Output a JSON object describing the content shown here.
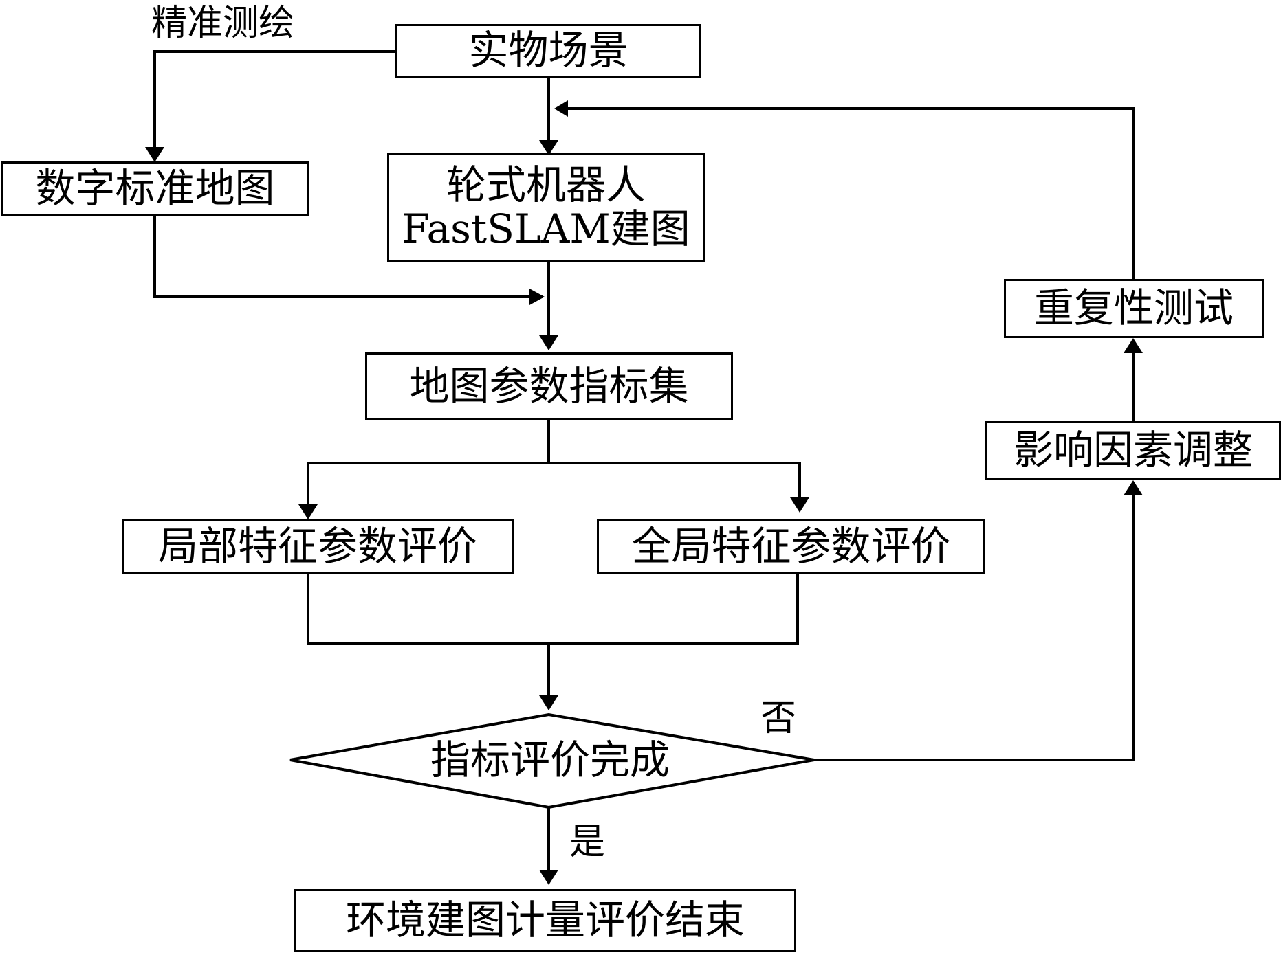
{
  "nodes": {
    "physical_scene": "实物场景",
    "digital_standard_map": "数字标准地图",
    "robot_line1": "轮式机器人",
    "robot_line2": "FastSLAM建图",
    "map_param_index_set": "地图参数指标集",
    "local_feature_eval": "局部特征参数评价",
    "global_feature_eval": "全局特征参数评价",
    "decision": "指标评价完成",
    "end": "环境建图计量评价结束",
    "factor_adjust": "影响因素调整",
    "repeatability_test": "重复性测试"
  },
  "edge_labels": {
    "precise_survey": "精准测绘",
    "no": "否",
    "yes": "是"
  }
}
